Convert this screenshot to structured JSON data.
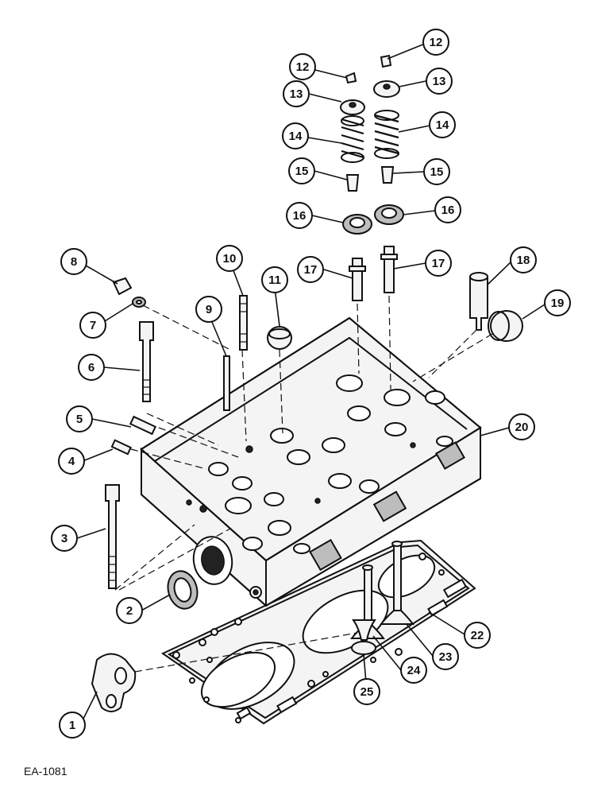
{
  "figure": {
    "code": "EA-1081"
  },
  "callouts": [
    "1",
    "2",
    "3",
    "4",
    "5",
    "6",
    "7",
    "8",
    "9",
    "10",
    "11",
    "12",
    "12",
    "13",
    "13",
    "14",
    "14",
    "15",
    "15",
    "16",
    "16",
    "17",
    "17",
    "18",
    "19",
    "20",
    "22",
    "23",
    "24",
    "25"
  ]
}
